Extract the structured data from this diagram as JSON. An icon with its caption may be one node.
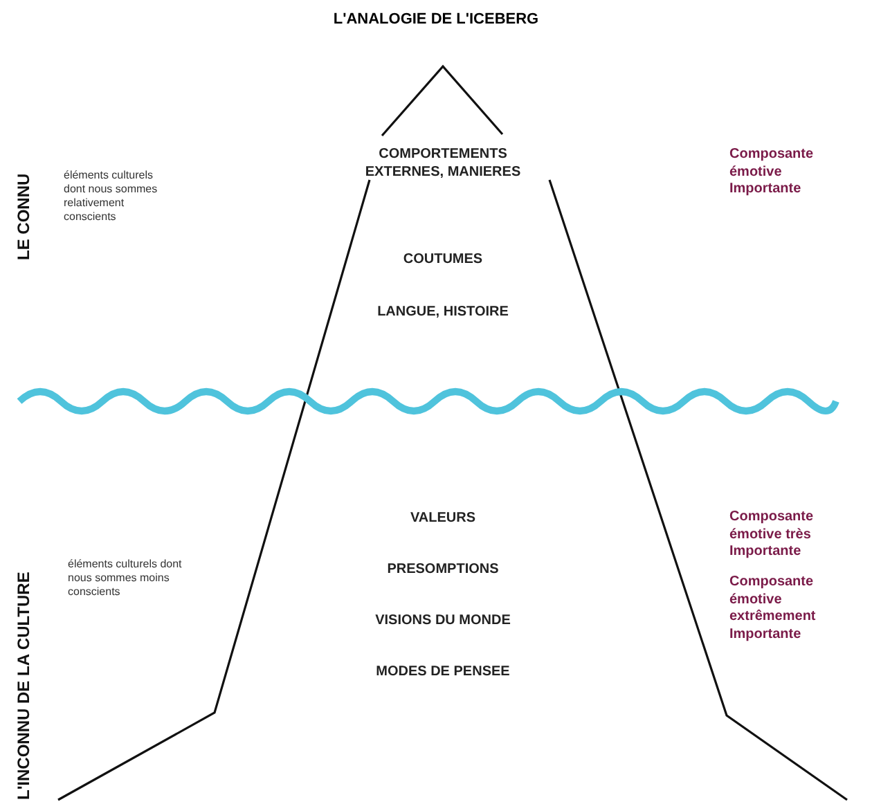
{
  "diagram": {
    "title": "L'ANALOGIE DE L'ICEBERG",
    "labels": [
      "LE CONNU",
      "éléments culturels dont nous sommes relativement conscients",
      "COMPORTEMENTS EXTERNES, MANIERES",
      "Composante émotive Importante",
      "COUTUMES",
      "LANGUE, HISTOIRE",
      "L'INCONNU DE LA CULTURE",
      "VALEURS",
      "Composante émotive très Importante",
      "PRESOMPTIONS",
      "éléments culturels dont nous sommes moins conscients",
      "VISIONS DU MONDE",
      "Composante émotive extrêmement Importante",
      "MODES DE PENSEE"
    ]
  }
}
